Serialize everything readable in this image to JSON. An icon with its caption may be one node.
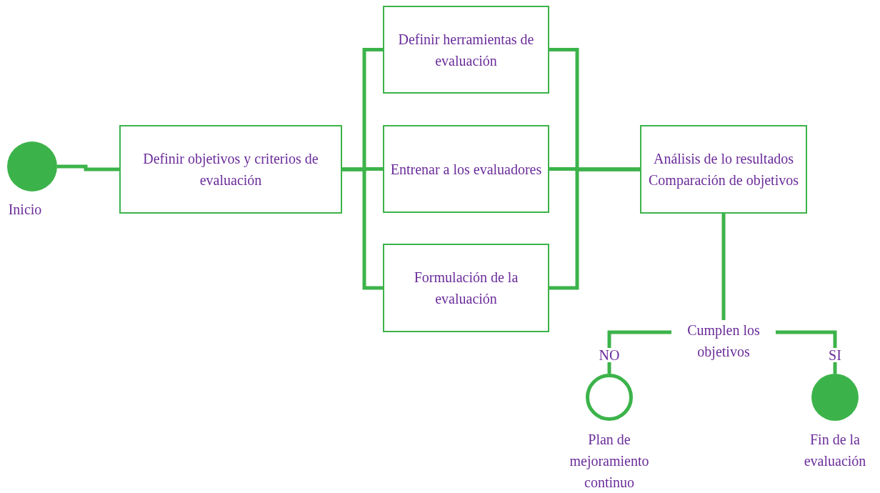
{
  "diagram": {
    "nodes": [
      {
        "text": [],
        "shape": "circle",
        "beside": [
          "Inicio"
        ]
      },
      {
        "text": [
          "Definir objetivos y criterios de evaluación"
        ]
      },
      {
        "text": [
          "Definir herramientas de evaluación"
        ]
      },
      {
        "text": [
          "Entrenar a los evaluadores"
        ]
      },
      {
        "text": [
          "Formulación de la evaluación"
        ]
      },
      {
        "text": [
          "Análisis de lo resultados",
          "Comparación de objetivos"
        ]
      },
      {
        "text": [
          "Cumplen los objetivos"
        ]
      },
      {
        "text": [],
        "shape": "circle",
        "beside": [
          "Plan de mejoramiento continuo"
        ]
      },
      {
        "text": [],
        "shape": "circle",
        "beside": [
          "Fin de la evaluación"
        ]
      }
    ],
    "edges": [
      {
        "from": 0,
        "to": 1,
        "arrow": "none"
      },
      {
        "from": 1,
        "to": 2,
        "arrow": "none"
      },
      {
        "from": 1,
        "to": 3,
        "arrow": "none"
      },
      {
        "from": 1,
        "to": 4,
        "arrow": "none"
      },
      {
        "from": 2,
        "to": 5,
        "arrow": "none"
      },
      {
        "from": 3,
        "to": 5,
        "arrow": "none"
      },
      {
        "from": 4,
        "to": 5,
        "arrow": "none"
      },
      {
        "from": 5,
        "to": 6,
        "arrow": "none"
      },
      {
        "from": 6,
        "to": 7,
        "label": "NO",
        "arrow": "none"
      },
      {
        "from": 6,
        "to": 8,
        "label": "SI",
        "arrow": "none"
      }
    ]
  }
}
